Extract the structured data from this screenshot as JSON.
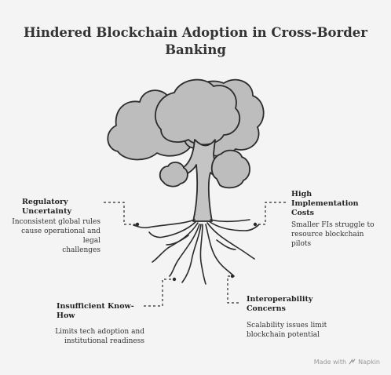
{
  "title_line1": "Hindered Blockchain Adoption in Cross-Border",
  "title_line2": "Banking",
  "items": [
    {
      "heading": "Regulatory Uncertainty",
      "desc_line1": "Inconsistent global rules",
      "desc_line2": "cause operational and legal",
      "desc_line3": "challenges"
    },
    {
      "heading_line1": "High Implementation",
      "heading_line2": "Costs",
      "desc_line1": "Smaller FIs struggle to",
      "desc_line2": "resource blockchain pilots"
    },
    {
      "heading": "Insufficient Know-How",
      "desc_line1": "Limits tech adoption and",
      "desc_line2": "institutional readiness"
    },
    {
      "heading_line1": "Interoperability",
      "heading_line2": "Concerns",
      "desc_line1": "Scalability issues limit",
      "desc_line2": "blockchain potential"
    }
  ],
  "footer": {
    "made_with": "Made with",
    "brand": "Napkin"
  },
  "colors": {
    "canopy": "#bdbdbd",
    "trunk": "#c4c4c4",
    "stroke": "#2b2b2b",
    "background": "#f4f4f4"
  }
}
